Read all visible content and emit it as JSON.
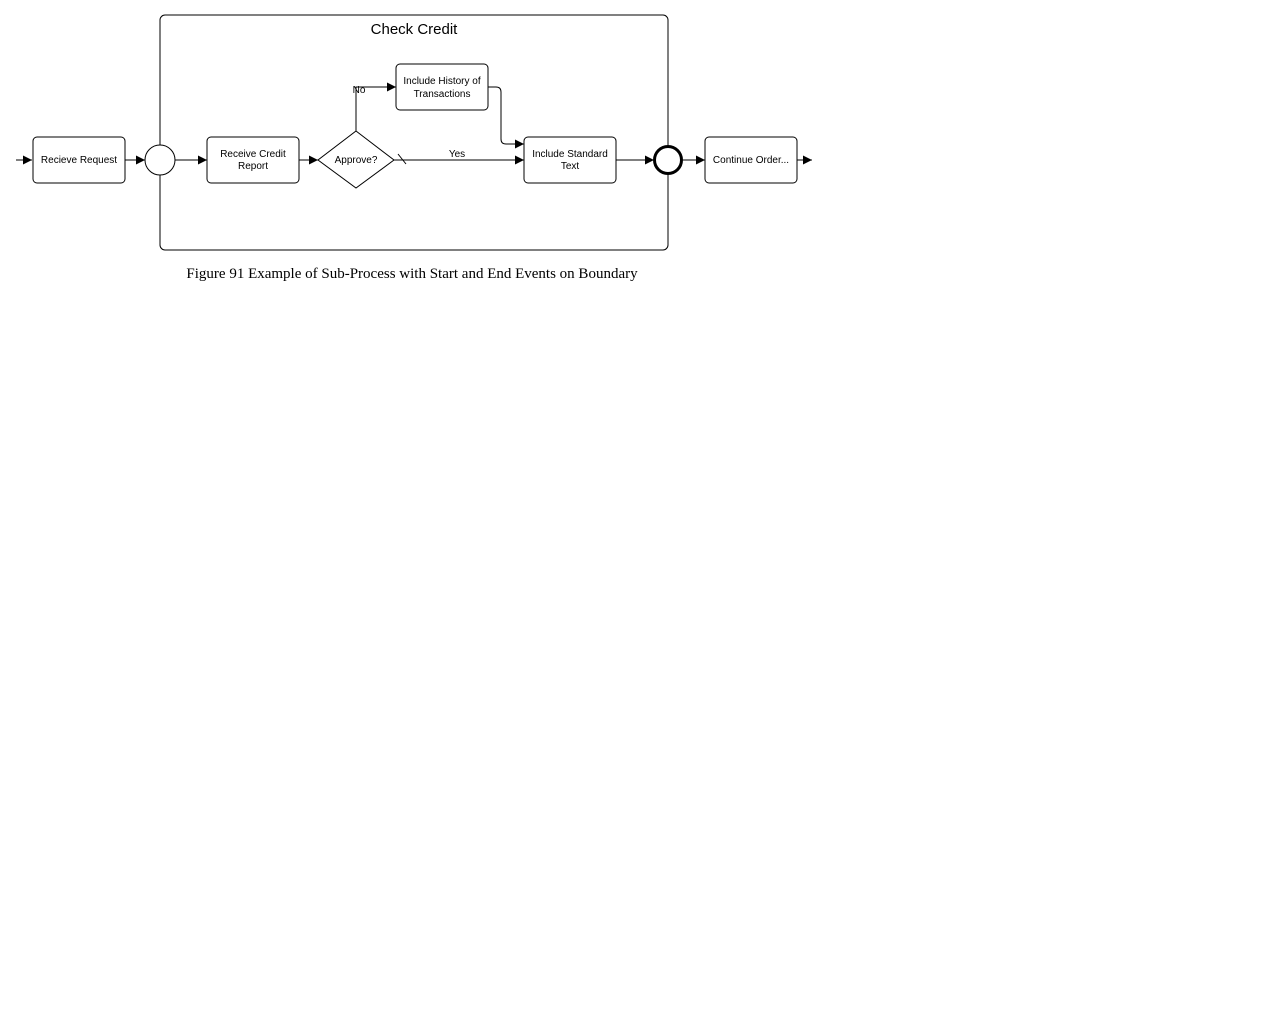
{
  "subprocess": {
    "title": "Check Credit"
  },
  "tasks": {
    "receive_request": [
      "Recieve Request"
    ],
    "receive_credit_report": [
      "Receive Credit",
      "Report"
    ],
    "include_history": [
      "Include History of",
      "Transactions"
    ],
    "include_standard_text": [
      "Include Standard",
      "Text"
    ],
    "continue_order": [
      "Continue Order..."
    ]
  },
  "gateway": {
    "label": "Approve?"
  },
  "flows": {
    "no_label": "No",
    "yes_label": "Yes"
  },
  "caption": "Figure 91 Example of Sub-Process with Start and End Events on Boundary"
}
